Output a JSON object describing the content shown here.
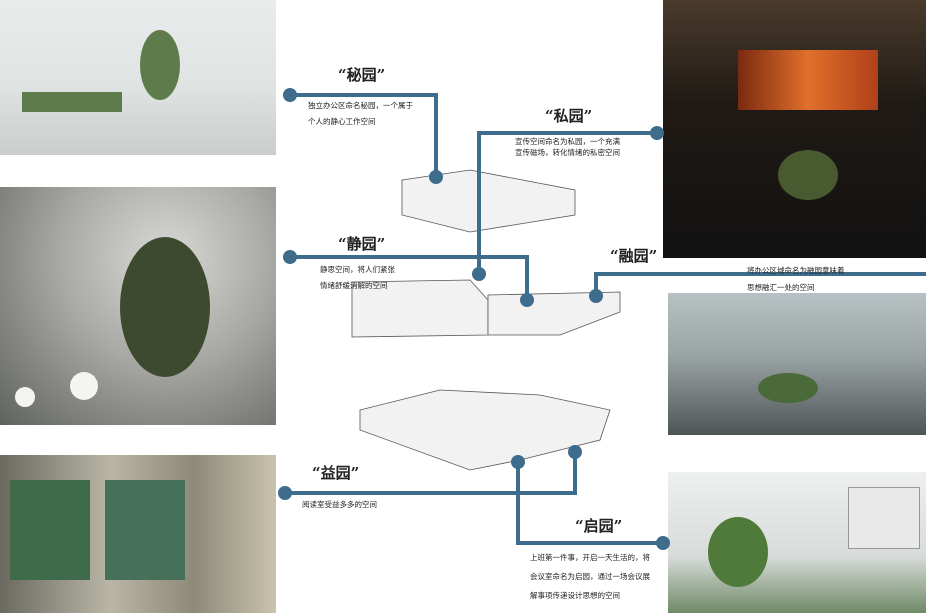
{
  "accent_color": "#3d6c8c",
  "zones": [
    {
      "title": "“秘园”",
      "lines": [
        "独立办公区命名秘园，一个属于",
        "个人的静心工作空间"
      ]
    },
    {
      "title": "“私园”",
      "lines": [
        "宣传空间命名为私园，一个充满",
        "宣传磁场，转化情绪的私密空间"
      ]
    },
    {
      "title": "“静园”",
      "lines": [
        "静思空间，将人们紧张",
        "情绪舒缓消解的空间"
      ]
    },
    {
      "title": "“融园”",
      "lines": [
        "将办公区域命名为融园意味着",
        "思想融汇一处的空间"
      ]
    },
    {
      "title": "“益园”",
      "lines": [
        "阅读室受益多多的空间"
      ]
    },
    {
      "title": "“启园”",
      "lines": [
        "上班第一件事，开启一天生活的，将",
        "会议室命名为启园，通过一场会议展",
        "解事项传递设计思想的空间"
      ]
    }
  ]
}
